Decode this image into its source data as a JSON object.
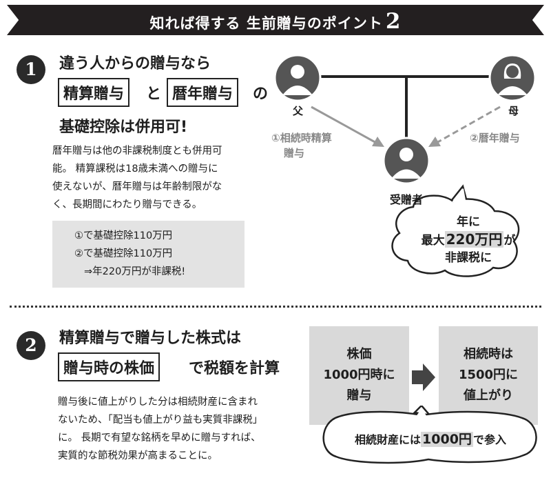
{
  "banner": {
    "title": "知れば得する 生前贈与のポイント",
    "number": "2"
  },
  "point1": {
    "badge": "1",
    "heading_line1": "違う人からの贈与なら",
    "box_a": "精算贈与",
    "connector": "と",
    "box_b": "暦年贈与",
    "particle": "の",
    "heading_line3": "基礎控除は併用可!",
    "body": [
      "暦年贈与は他の非課税制度とも併用可",
      "能。 精算課税は18歳未満への贈与に",
      "使えないが、暦年贈与は年齢制限がな",
      "く、長期間にわたり贈与できる。"
    ],
    "note": [
      "①で基礎控除110万円",
      "②で基礎控除110万円",
      "⇒年220万円が非課税!"
    ]
  },
  "diagram1": {
    "father": "父",
    "mother": "母",
    "recipient": "受贈者",
    "arrow_left_label": [
      "①相続時精算",
      "贈与"
    ],
    "arrow_right_label": "②暦年贈与",
    "bubble": {
      "line1": "年に",
      "line2_pre": "最大",
      "line2_amount": "220万円",
      "line2_post": "が",
      "line3": "非課税に"
    }
  },
  "point2": {
    "badge": "2",
    "heading_line1": "精算贈与で贈与した株式は",
    "box": "贈与時の株価",
    "heading_post": "で税額を計算",
    "body": [
      "贈与後に値上がりした分は相続財産に含まれ",
      "ないため、「配当も値上がり益も実質非課税」",
      "に。 長期で有望な銘柄を早めに贈与すれば、",
      "実質的な節税効果が高まることに。"
    ]
  },
  "diagram2": {
    "left_box": [
      "株価",
      "1000円時に",
      "贈与"
    ],
    "right_box": [
      "相続時は",
      "1500円に",
      "値上がり"
    ],
    "bubble": {
      "pre": "相続財産には",
      "amount": "1000円",
      "post": "で参入"
    }
  },
  "colors": {
    "banner": "#231f20",
    "gray_panel": "#d9d9d9",
    "arrow_gray": "#999999"
  }
}
